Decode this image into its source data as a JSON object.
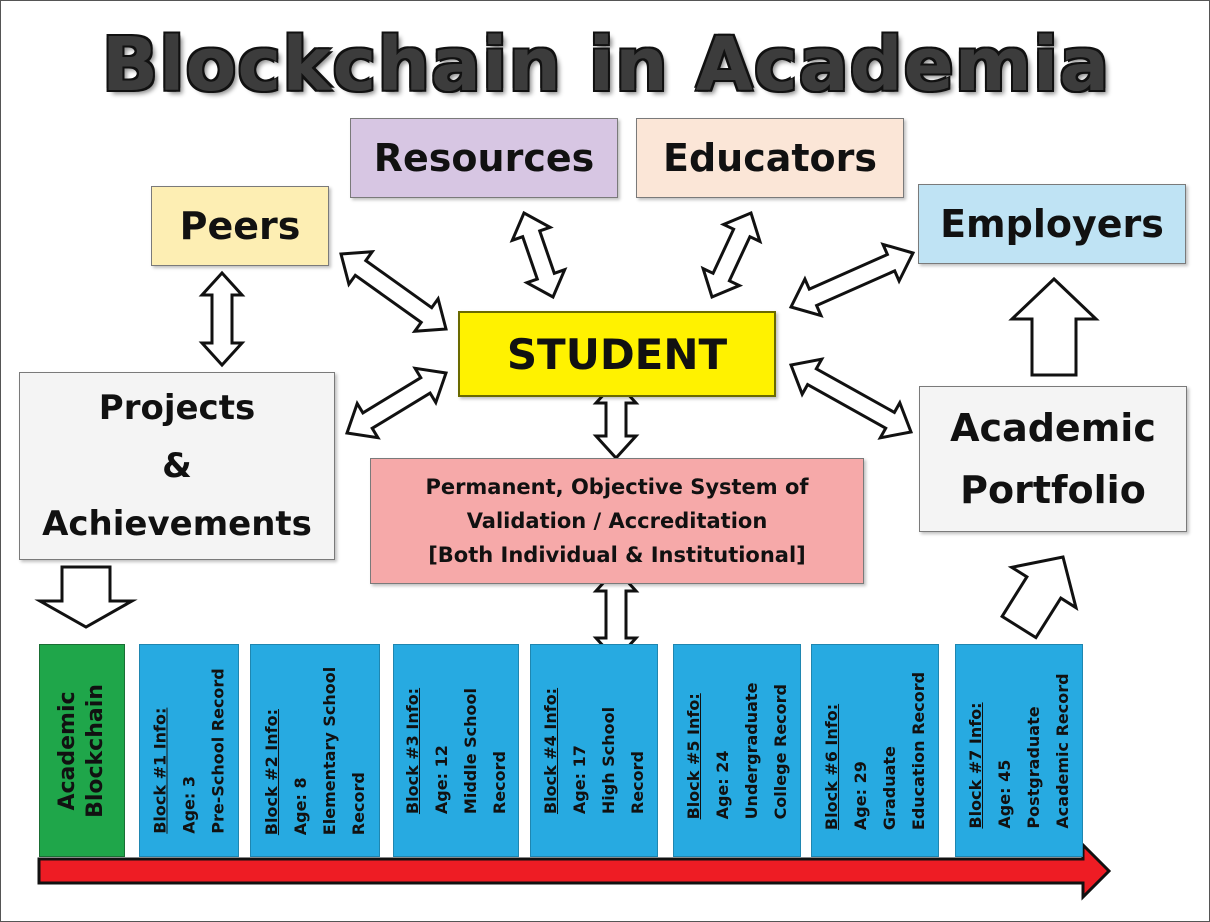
{
  "title": "Blockchain in Academia",
  "nodes": {
    "resources": "Resources",
    "educators": "Educators",
    "peers": "Peers",
    "employers": "Employers",
    "student": "STUDENT",
    "projects": [
      "Projects",
      "&",
      "Achievements"
    ],
    "portfolio": [
      "Academic",
      "Portfolio"
    ],
    "validation": [
      "Permanent, Objective System of",
      "Validation / Accreditation",
      "[Both Individual & Institutional]"
    ]
  },
  "chain": {
    "label": [
      "Academic",
      "Blockchain"
    ],
    "blocks": [
      {
        "title": "Block #1 Info:",
        "lines": [
          "Age: 3",
          "Pre-School Record"
        ]
      },
      {
        "title": "Block #2 Info:",
        "lines": [
          "Age: 8",
          "Elementary School",
          "Record"
        ]
      },
      {
        "title": "Block #3 Info:",
        "lines": [
          "Age: 12",
          "Middle School",
          "Record"
        ]
      },
      {
        "title": "Block #4 Info:",
        "lines": [
          "Age: 17",
          "High School",
          "Record"
        ]
      },
      {
        "title": "Block #5 Info:",
        "lines": [
          "Age: 24",
          "Undergraduate",
          "College Record"
        ]
      },
      {
        "title": "Block #6 Info:",
        "lines": [
          "Age: 29",
          "Graduate",
          "Education Record"
        ]
      },
      {
        "title": "Block #7 Info:",
        "lines": [
          "Age: 45",
          "Postgraduate",
          "Academic Record"
        ]
      }
    ]
  },
  "colors": {
    "student": "#fff200",
    "chain_label": "#1fa64a",
    "block": "#27aae1",
    "timeline": "#ee1c24"
  }
}
